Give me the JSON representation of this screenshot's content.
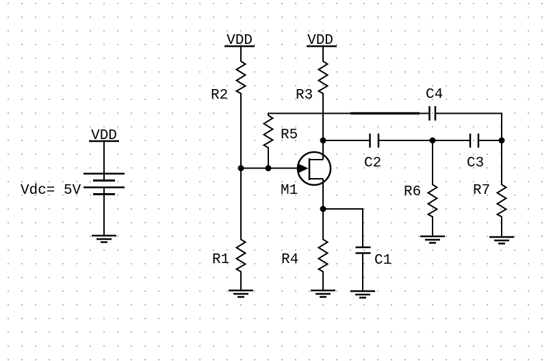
{
  "labels": {
    "vdd": "VDD",
    "dc_source": "Vdc= 5V",
    "m1": "M1",
    "r1": "R1",
    "r2": "R2",
    "r3": "R3",
    "r4": "R4",
    "r5": "R5",
    "r6": "R6",
    "r7": "R7",
    "c1": "C1",
    "c2": "C2",
    "c3": "C3",
    "c4": "C4"
  },
  "colors": {
    "wire": "#000000",
    "background": "#ffffff",
    "grid_dot": "#7c7c7c"
  }
}
